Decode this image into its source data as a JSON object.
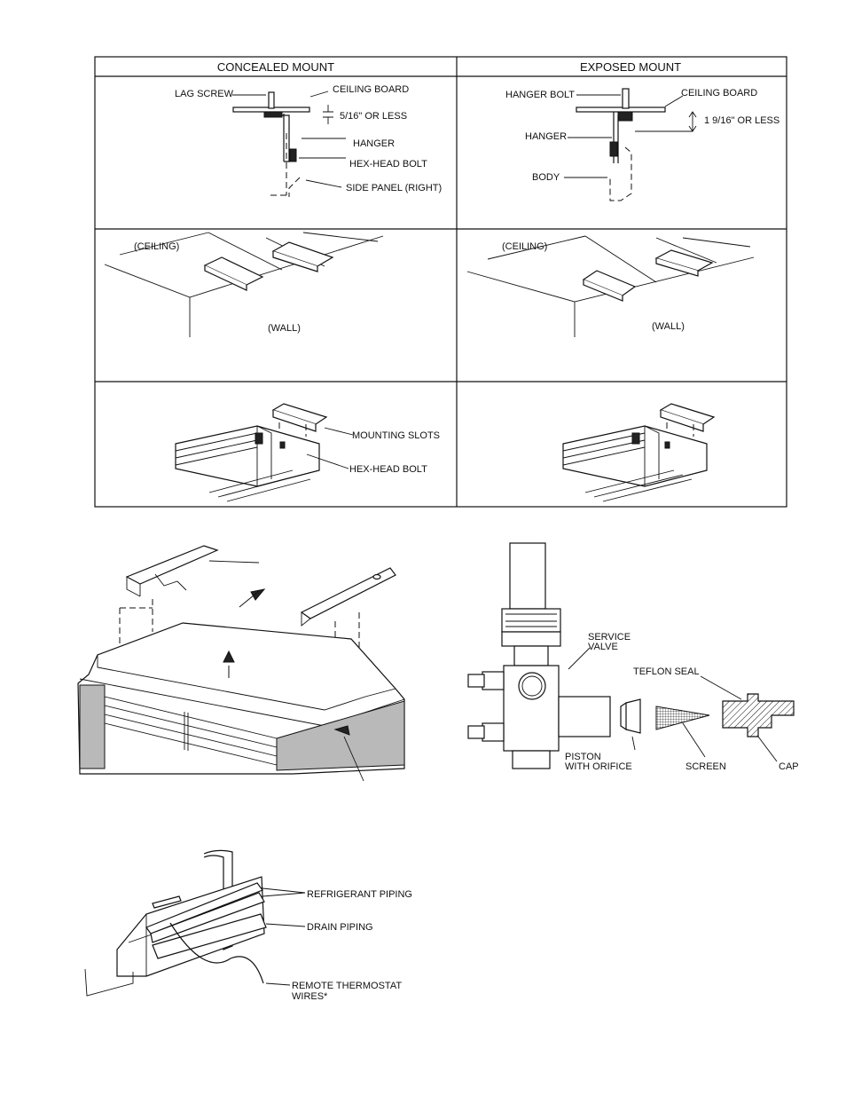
{
  "mount_table": {
    "concealed": {
      "header": "CONCEALED MOUNT",
      "labels": {
        "lag_screw": "LAG SCREW",
        "ceiling_board": "CEILING BOARD",
        "clearance": "5/16\" OR LESS",
        "hanger": "HANGER",
        "hex_head_bolt": "HEX-HEAD BOLT",
        "side_panel": "SIDE PANEL (RIGHT)"
      },
      "row2": {
        "ceiling": "(CEILING)",
        "wall": "(WALL)"
      },
      "row3": {
        "mounting_slots": "MOUNTING SLOTS",
        "hex_head_bolt": "HEX-HEAD BOLT"
      }
    },
    "exposed": {
      "header": "EXPOSED MOUNT",
      "labels": {
        "hanger_bolt": "HANGER BOLT",
        "ceiling_board": "CEILING BOARD",
        "clearance": "1 9/16\" OR LESS",
        "hanger": "HANGER",
        "body": "BODY"
      },
      "row2": {
        "ceiling": "(CEILING)",
        "wall": "(WALL)"
      }
    }
  },
  "valve_detail": {
    "service_valve": [
      "SERVICE",
      "VALVE"
    ],
    "teflon_seal": "TEFLON SEAL",
    "piston": [
      "PISTON",
      "WITH ORIFICE"
    ],
    "screen": "SCREEN",
    "cap": "CAP"
  },
  "piping_detail": {
    "refrigerant_piping": "REFRIGERANT PIPING",
    "drain_piping": "DRAIN PIPING",
    "thermostat_wires": [
      "REMOTE THERMOSTAT",
      "WIRES*"
    ]
  }
}
